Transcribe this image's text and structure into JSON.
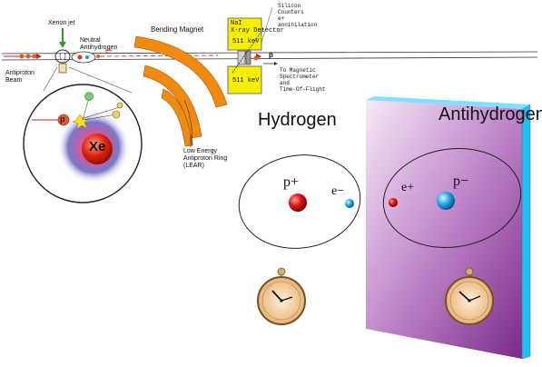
{
  "diagram": {
    "experiment": {
      "xenon_jet": "Xenon jet",
      "neutral_antihydrogen": "Neutral\nAntihydrogen",
      "positron_small": "e+",
      "antiproton_beam": "Antiproton\nBeam",
      "bending_magnet": "Bending Magnet",
      "silicon_counters": "Silicon\nCounters\ne+\nannihilation",
      "nai_detector": "NaI\nX-ray Detector",
      "kev_top": "511 keV",
      "kev_bottom": "511 keV",
      "pbar": "p̄",
      "to_spectrometer": "To Magnetic\nSpectrometer\nand\nTime-Of-Flight",
      "lear": "Low Energy\nAntiproton Ring\n(LEAR)",
      "xe": "Xe",
      "p_label": "p"
    },
    "hydrogen": {
      "title": "Hydrogen",
      "proton": "p+",
      "electron": "e−"
    },
    "antihydrogen": {
      "title": "Antihydrogen",
      "positron": "e+",
      "antiproton": "p−"
    },
    "colors": {
      "panel_face": "#a060b0",
      "panel_edge": "#1ec0f0",
      "magnet": "#f08a10",
      "detector": "#f6f000",
      "proton": "#e01010",
      "electron": "#20a8e8"
    }
  }
}
